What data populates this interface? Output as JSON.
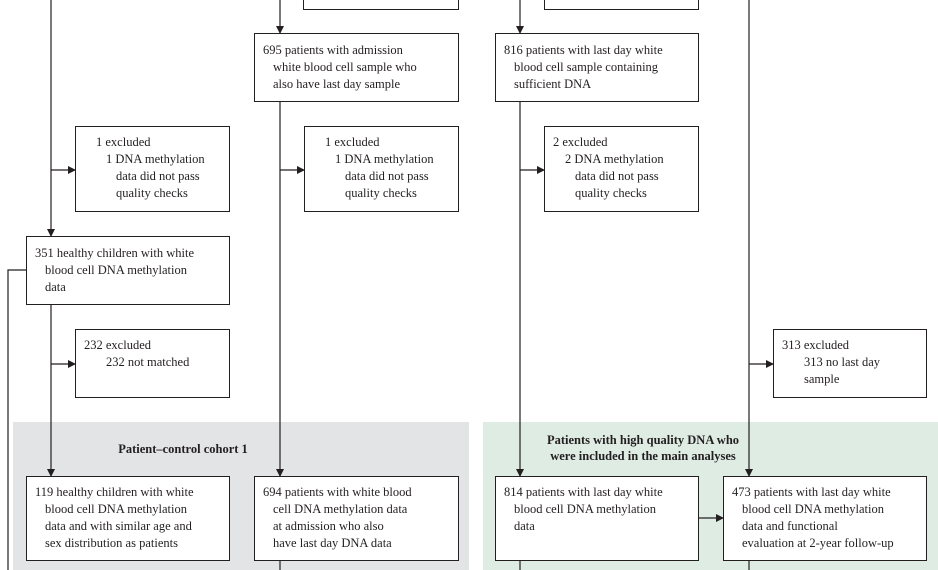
{
  "panels": {
    "cohort1_title": "Patient–control cohort 1",
    "main_title_line1": "Patients with high quality DNA who",
    "main_title_line2": "were included in the main analyses"
  },
  "boxes": {
    "admission_last_day": [
      "695 patients with admission",
      "white blood cell sample who",
      "also have last day sample"
    ],
    "last_day_sufficient": [
      "816 patients with last day white",
      "blood cell sample containing",
      "sufficient DNA"
    ],
    "excl_a": {
      "head": "1 excluded",
      "lines": [
        "1 DNA methylation",
        "data did not pass",
        "quality checks"
      ]
    },
    "excl_b": {
      "head": "1 excluded",
      "lines": [
        "1 DNA methylation",
        "data did not pass",
        "quality checks"
      ]
    },
    "excl_c": {
      "head": "2 excluded",
      "lines": [
        "2 DNA methylation",
        "data did not pass",
        "quality checks"
      ]
    },
    "healthy_351": [
      "351 healthy children with white",
      "blood cell DNA methylation",
      "data"
    ],
    "excl_232": {
      "head": "232 excluded",
      "lines": [
        "232 not matched"
      ]
    },
    "excl_313": {
      "head": "313 excluded",
      "lines": [
        "313 no last day",
        "sample"
      ]
    },
    "healthy_119": [
      "119 healthy children with white",
      "blood cell DNA methylation",
      "data and with similar age and",
      "sex distribution as patients"
    ],
    "patients_694": [
      "694 patients with white blood",
      "cell DNA methylation data",
      "at admission who also",
      "have last day DNA data"
    ],
    "patients_814": [
      "814 patients with last day white",
      "blood cell DNA methylation",
      "data"
    ],
    "patients_473": [
      "473 patients with last day white",
      "blood cell DNA methylation",
      "data and functional",
      "evaluation at 2-year follow-up"
    ]
  }
}
